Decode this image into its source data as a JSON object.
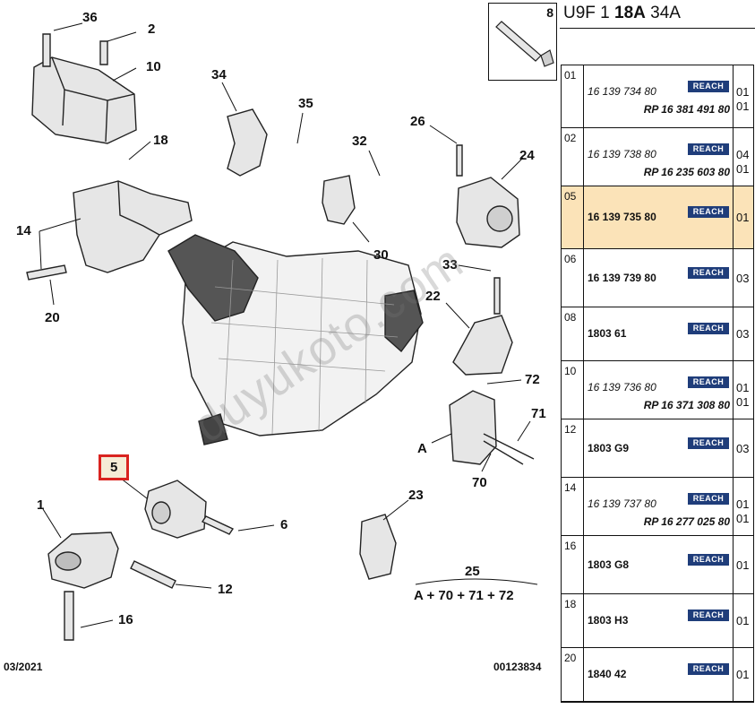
{
  "header": {
    "code_prefix": "U9F 1 ",
    "code_bold": "18A",
    "code_suffix": " 34A"
  },
  "callouts": [
    "36",
    "2",
    "10",
    "18",
    "14",
    "20",
    "34",
    "35",
    "32",
    "30",
    "26",
    "24",
    "33",
    "22",
    "72",
    "71",
    "A",
    "70",
    "23",
    "25",
    "6",
    "12",
    "16",
    "1",
    "5"
  ],
  "kit_label": "8",
  "sum_formula": "A + 70 + 71 + 72",
  "footer": {
    "date": "03/2021",
    "ref": "00123834"
  },
  "watermark": "duyukoto.com",
  "reach_badge": "REACH",
  "colors": {
    "highlight_box": "#d9231f",
    "highlight_row": "#fbe3b8",
    "reach_bg": "#1f3d7a"
  },
  "parts": [
    {
      "idx": "01",
      "ref": "16 139 734 80",
      "ref_style": "italic",
      "qty": "01",
      "rp": "RP 16 381 491 80",
      "rp_qty": "01"
    },
    {
      "idx": "02",
      "ref": "16 139 738 80",
      "ref_style": "italic",
      "qty": "04",
      "rp": "RP 16 235 603 80",
      "rp_qty": "01"
    },
    {
      "idx": "05",
      "ref": "16 139 735 80",
      "ref_style": "bold",
      "qty": "01",
      "highlighted": true
    },
    {
      "idx": "06",
      "ref": "16 139 739 80",
      "ref_style": "bold",
      "qty": "03"
    },
    {
      "idx": "08",
      "ref": "1803 61",
      "ref_style": "bold",
      "qty": "03"
    },
    {
      "idx": "10",
      "ref": "16 139 736 80",
      "ref_style": "italic",
      "qty": "01",
      "rp": "RP 16 371 308 80",
      "rp_qty": "01"
    },
    {
      "idx": "12",
      "ref": "1803 G9",
      "ref_style": "bold",
      "qty": "03"
    },
    {
      "idx": "14",
      "ref": "16 139 737 80",
      "ref_style": "italic",
      "qty": "01",
      "rp": "RP 16 277 025 80",
      "rp_qty": "01"
    },
    {
      "idx": "16",
      "ref": "1803 G8",
      "ref_style": "bold",
      "qty": "01"
    },
    {
      "idx": "18",
      "ref": "1803 H3",
      "ref_style": "bold",
      "qty": "01"
    },
    {
      "idx": "20",
      "ref": "1840 42",
      "ref_style": "bold",
      "qty": "01"
    }
  ]
}
